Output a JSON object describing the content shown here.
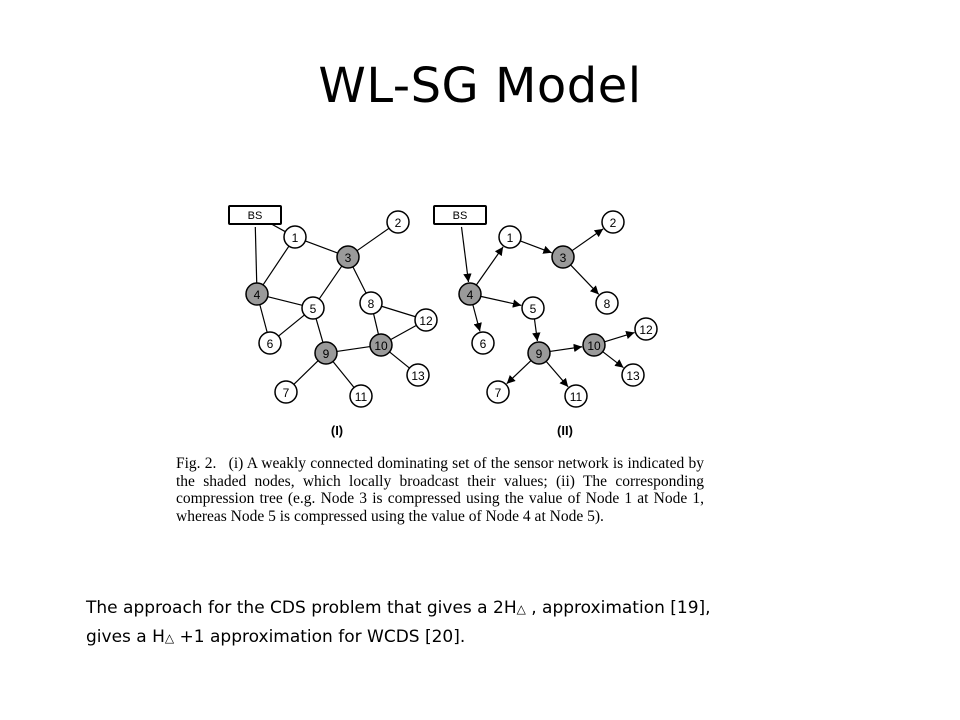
{
  "slide": {
    "title": "WL-SG Model"
  },
  "figure": {
    "panel_labels": [
      "(I)",
      "(II)"
    ],
    "bs_label": "BS",
    "shaded_nodes": [
      "3",
      "4",
      "9",
      "10"
    ],
    "panel1": {
      "nodes": [
        "1",
        "2",
        "3",
        "4",
        "5",
        "6",
        "7",
        "8",
        "9",
        "10",
        "11",
        "12",
        "13"
      ],
      "edges": [
        [
          "BS",
          "1"
        ],
        [
          "BS",
          "4"
        ],
        [
          "1",
          "4"
        ],
        [
          "1",
          "3"
        ],
        [
          "3",
          "2"
        ],
        [
          "3",
          "5"
        ],
        [
          "3",
          "8"
        ],
        [
          "4",
          "5"
        ],
        [
          "4",
          "6"
        ],
        [
          "5",
          "6"
        ],
        [
          "5",
          "9"
        ],
        [
          "8",
          "10"
        ],
        [
          "8",
          "12"
        ],
        [
          "9",
          "10"
        ],
        [
          "9",
          "7"
        ],
        [
          "9",
          "11"
        ],
        [
          "10",
          "12"
        ],
        [
          "10",
          "13"
        ]
      ]
    },
    "panel2": {
      "nodes": [
        "1",
        "2",
        "3",
        "4",
        "5",
        "6",
        "7",
        "8",
        "9",
        "10",
        "11",
        "12",
        "13"
      ],
      "arrows": [
        [
          "BS",
          "4"
        ],
        [
          "4",
          "1"
        ],
        [
          "1",
          "3"
        ],
        [
          "3",
          "2"
        ],
        [
          "3",
          "8"
        ],
        [
          "4",
          "5"
        ],
        [
          "4",
          "6"
        ],
        [
          "5",
          "9"
        ],
        [
          "9",
          "7"
        ],
        [
          "9",
          "11"
        ],
        [
          "9",
          "10"
        ],
        [
          "10",
          "12"
        ],
        [
          "10",
          "13"
        ]
      ]
    },
    "caption_lead": "Fig. 2.",
    "caption_text": "(i) A weakly connected dominating set of the sensor network is indicated by the shaded nodes, which locally broadcast their values; (ii) The corresponding compression tree (e.g. Node 3 is compressed using the value of Node 1 at Node 1, whereas Node 5 is compressed using the value of Node 4 at Node 5)."
  },
  "body": {
    "line1_a": "The approach for the CDS problem that gives a 2H",
    "line1_b": ", approximation [19],",
    "line2_a": "gives a H",
    "line2_b": "+1 approximation  for WCDS [20].",
    "delta_symbol": "△"
  }
}
